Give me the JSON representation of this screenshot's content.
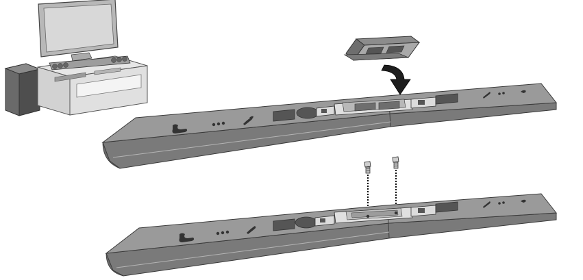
{
  "figure": {
    "steps": [
      {
        "id": "step-1",
        "action": "attach-bracket",
        "direction": "down"
      },
      {
        "id": "step-2",
        "action": "insert-screws",
        "screw_count": 2
      }
    ],
    "icons": {
      "tv_setup": "tv-speaker-subwoofer-icon",
      "arrow": "curved-arrow-down-icon",
      "bracket": "mounting-bracket-icon",
      "screw": "screw-icon"
    },
    "colors": {
      "bar_top": "#9b9b9b",
      "bar_front": "#7c7c7c",
      "bar_edge": "#4a4a4a",
      "dark_panel": "#555555",
      "light_panel": "#dcdcdc",
      "outline": "#3a3a3a"
    }
  }
}
